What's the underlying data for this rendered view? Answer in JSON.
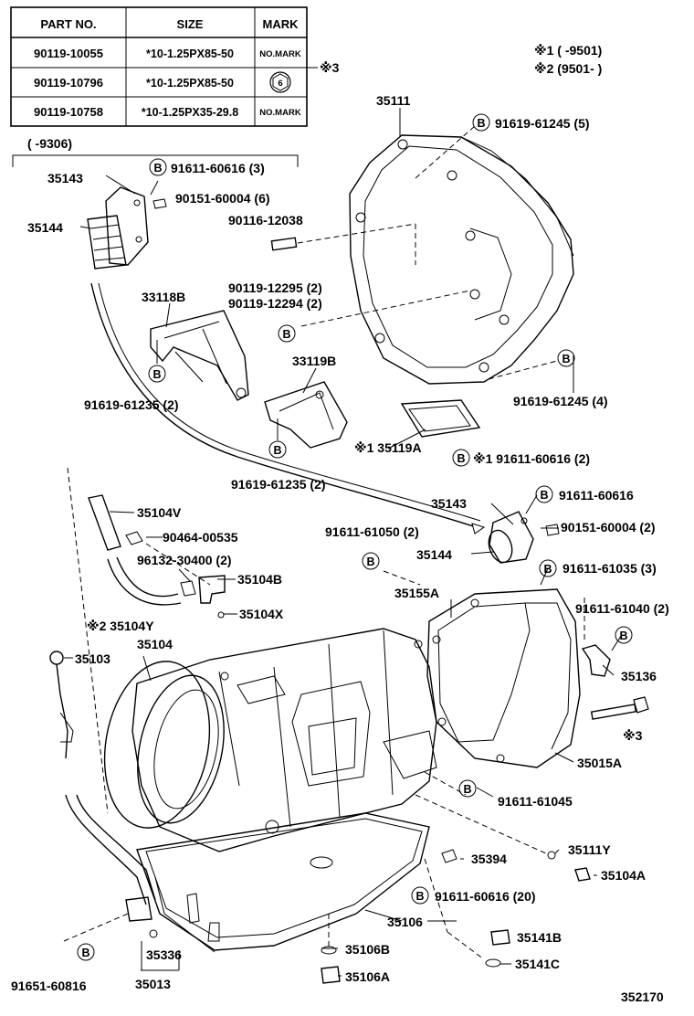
{
  "table": {
    "headers": [
      "PART NO.",
      "SIZE",
      "MARK"
    ],
    "rows": [
      {
        "part_no": "90119-10055",
        "size": "*10-1.25PX85-50",
        "mark": "NO.MARK"
      },
      {
        "part_no": "90119-10796",
        "size": "*10-1.25PX85-50",
        "mark": "6"
      },
      {
        "part_no": "90119-10758",
        "size": "*10-1.25PX35-29.8",
        "mark": "NO.MARK"
      }
    ],
    "note_ref": "※3"
  },
  "period_notes": {
    "note1": "※1 (      -9501)",
    "note2": "※2 (9501-      )"
  },
  "bracket_period": "(      -9306)",
  "bolt_marker": "B",
  "labels": {
    "p35111": "35111",
    "b91619_61245_5": "91619-61245 (5)",
    "p35143_top": "35143",
    "b91611_60616_3": "91611-60616 (3)",
    "p90151_60004_6": "90151-60004 (6)",
    "p35144_top": "35144",
    "p90116_12038": "90116-12038",
    "p33118B": "33118B",
    "p90119_12295": "90119-12295 (2)",
    "p90119_12294": "90119-12294 (2)",
    "p33119B": "33119B",
    "b91619_61235_left": "91619-61235 (2)",
    "b91619_61245_4": "91619-61245 (4)",
    "p35119A": "※1 35119A",
    "b91611_60616_2": "※1 91611-60616 (2)",
    "b91619_61235_mid": "91619-61235 (2)",
    "p35104V": "35104V",
    "p90464_00535": "90464-00535",
    "p96132_30400": "96132-30400 (2)",
    "p35104B": "35104B",
    "p35104X": "35104X",
    "p35104Y": "※2 35104Y",
    "p35104": "35104",
    "p35103": "35103",
    "p35143_right": "35143",
    "b91611_60616_single": "91611-60616",
    "p91611_61050": "91611-61050 (2)",
    "p90151_60004_2": "90151-60004 (2)",
    "p35144_right": "35144",
    "b91611_61035_3": "91611-61035 (3)",
    "p35155A": "35155A",
    "p91611_61040_2": "91611-61040 (2)",
    "p35136": "35136",
    "note3": "※3",
    "p35015A": "35015A",
    "b91611_61045": "91611-61045",
    "p35111Y": "35111Y",
    "p35394": "35394",
    "p35104A": "35104A",
    "b91611_60616_20": "91611-60616 (20)",
    "p35106": "35106",
    "p35141B": "35141B",
    "p35106B": "35106B",
    "p35141C": "35141C",
    "p35336": "35336",
    "b91651_60816": "91651-60816",
    "p35013": "35013",
    "p35106A": "35106A",
    "figure_no": "352170"
  }
}
